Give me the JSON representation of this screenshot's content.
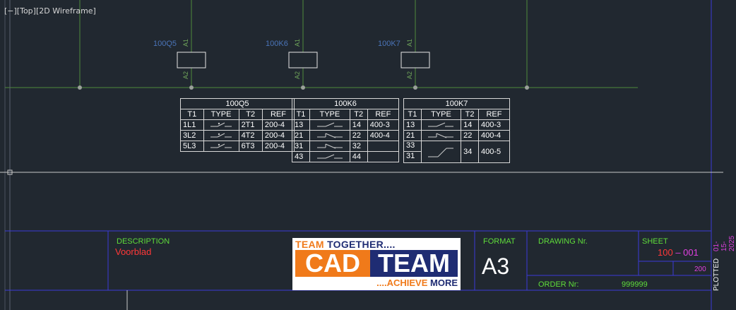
{
  "viewport": {
    "controls": "[−][Top][2D Wireframe]"
  },
  "colors": {
    "background": "#212830",
    "bus_line": "#4f8a3c",
    "table_border": "#d8d8d8",
    "component_label": "#4a74b8",
    "titleblock_line": "#3a3ad8",
    "label_green": "#5fdd3a",
    "value_red": "#ff3838",
    "value_magenta": "#e040e0"
  },
  "components": [
    {
      "name": "100Q5",
      "pin_top": "A1",
      "pin_bottom": "A2"
    },
    {
      "name": "100K6",
      "pin_top": "A1",
      "pin_bottom": "A2"
    },
    {
      "name": "100K7",
      "pin_top": "A1",
      "pin_bottom": "A2"
    }
  ],
  "tables": [
    {
      "title": "100Q5",
      "headers": [
        "T1",
        "TYPE",
        "T2",
        "REF"
      ],
      "rows": [
        {
          "t1": "1L1",
          "type": "no-contact",
          "t2": "2T1",
          "ref": "200-4"
        },
        {
          "t1": "3L2",
          "type": "no-contact",
          "t2": "4T2",
          "ref": "200-4"
        },
        {
          "t1": "5L3",
          "type": "no-contact",
          "t2": "6T3",
          "ref": "200-4"
        }
      ]
    },
    {
      "title": "100K6",
      "headers": [
        "T1",
        "TYPE",
        "T2",
        "REF"
      ],
      "rows": [
        {
          "t1": "13",
          "type": "no-contact",
          "t2": "14",
          "ref": "400-3"
        },
        {
          "t1": "21",
          "type": "nc-contact",
          "t2": "22",
          "ref": "400-4"
        },
        {
          "t1": "31",
          "type": "nc-contact",
          "t2": "32",
          "ref": ""
        },
        {
          "t1": "43",
          "type": "no-contact",
          "t2": "44",
          "ref": ""
        }
      ]
    },
    {
      "title": "100K7",
      "headers": [
        "T1",
        "TYPE",
        "T2",
        "REF"
      ],
      "rows": [
        {
          "t1": "13",
          "type": "no-contact",
          "t2": "14",
          "ref": "400-3"
        },
        {
          "t1": "21",
          "type": "nc-contact",
          "t2": "22",
          "ref": "400-4"
        },
        {
          "t1": "33",
          "type": "changeover-contact",
          "t2": "34",
          "ref": "400-5",
          "t1b": "31"
        }
      ]
    }
  ],
  "titleblock": {
    "description_label": "DESCRIPTION",
    "description_value": "Voorblad",
    "logo_top_orange": "TEAM ",
    "logo_top_navy": "TOGETHER....",
    "logo_cad": "CAD",
    "logo_team": "TEAM",
    "logo_bottom_orange": "....ACHIEVE ",
    "logo_bottom_navy": "MORE",
    "format_label": "FORMAT",
    "format_value": "A3",
    "drawing_label": "DRAWING Nr.",
    "sheet_label": "SHEET",
    "sheet_number": "100",
    "sheet_separator": " – ",
    "sheet_sub": "001",
    "sheet_total": "200",
    "order_label": "ORDER Nr:",
    "order_value": "999999",
    "plotted_date": "01-15-2025",
    "plotted_label": "PLOTTED"
  }
}
